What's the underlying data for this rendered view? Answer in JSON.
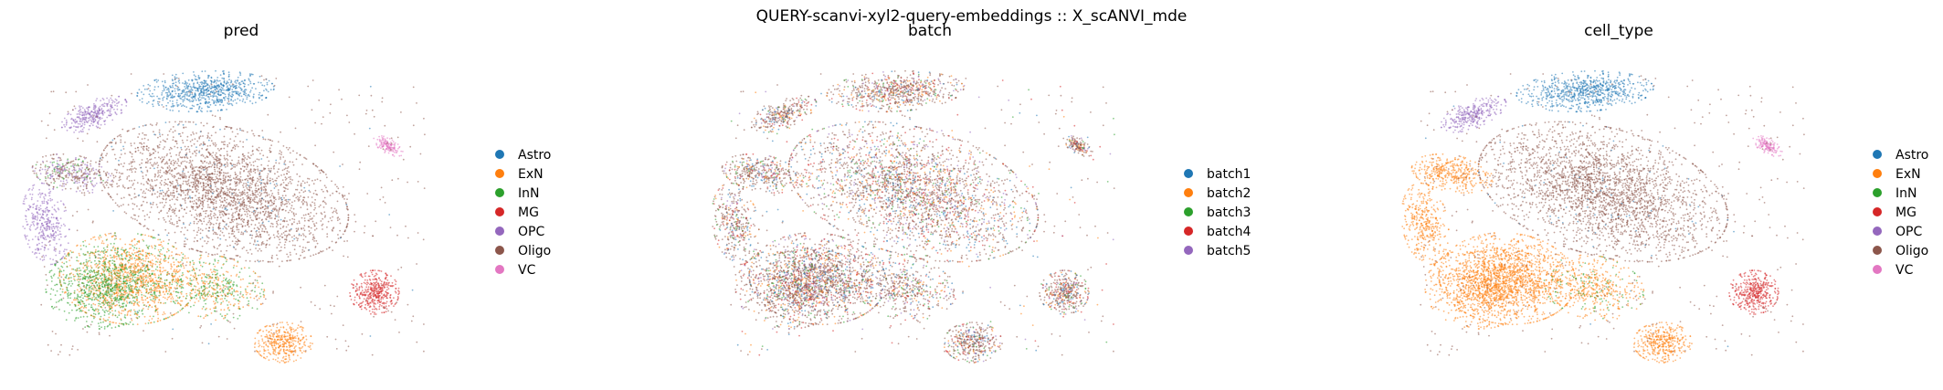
{
  "figure": {
    "suptitle": "QUERY-scanvi-xyl2-query-embeddings :: X_scANVI_mde"
  },
  "colors": {
    "Astro": "#1f77b4",
    "ExN": "#ff7f0e",
    "InN": "#2ca02c",
    "MG": "#d62728",
    "OPC": "#9467bd",
    "Oligo": "#8c564b",
    "VC": "#e377c2",
    "batch1": "#1f77b4",
    "batch2": "#ff7f0e",
    "batch3": "#2ca02c",
    "batch4": "#d62728",
    "batch5": "#9467bd"
  },
  "chart_data": [
    {
      "type": "scatter",
      "title": "pred",
      "xlabel": "",
      "ylabel": "",
      "axes_visible": false,
      "grid": false,
      "legend_position": "right",
      "legend": [
        "Astro",
        "ExN",
        "InN",
        "MG",
        "OPC",
        "Oligo",
        "VC"
      ]
    },
    {
      "type": "scatter",
      "title": "batch",
      "xlabel": "",
      "ylabel": "",
      "axes_visible": false,
      "grid": false,
      "legend_position": "right",
      "legend": [
        "batch1",
        "batch2",
        "batch3",
        "batch4",
        "batch5"
      ]
    },
    {
      "type": "scatter",
      "title": "cell_type",
      "xlabel": "",
      "ylabel": "",
      "axes_visible": false,
      "grid": false,
      "legend_position": "right",
      "legend": [
        "Astro",
        "ExN",
        "InN",
        "MG",
        "OPC",
        "Oligo",
        "VC"
      ]
    }
  ]
}
